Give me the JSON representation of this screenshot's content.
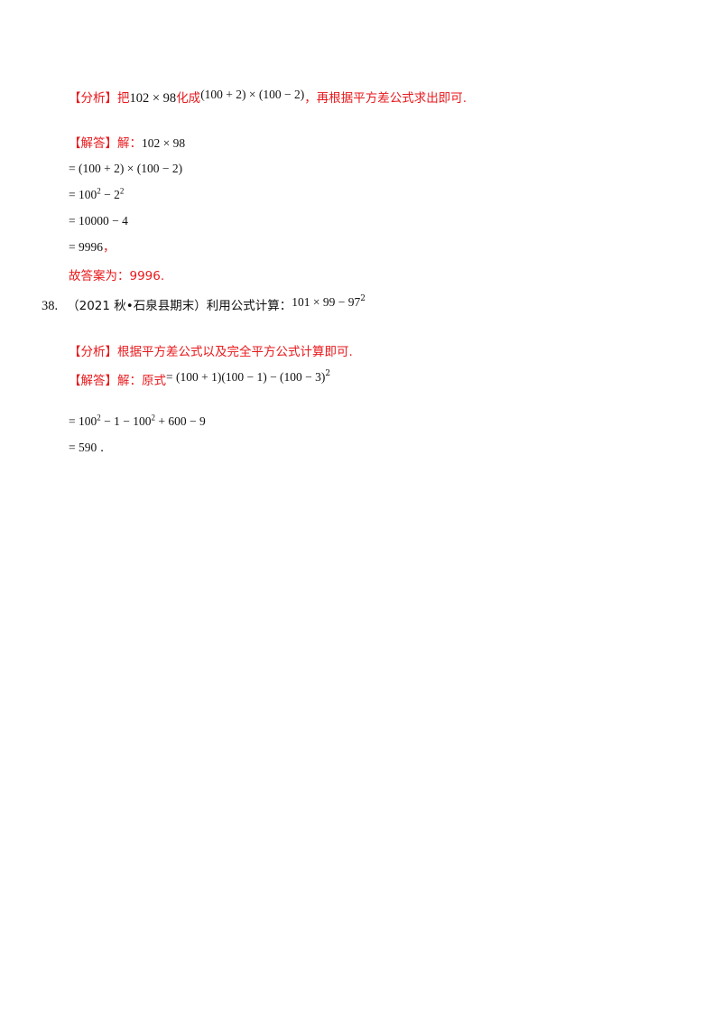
{
  "analysis1": {
    "tag": "【分析】",
    "t1": "把",
    "m1": "102 × 98",
    "t2": "化成",
    "m2": "(100 + 2) × (100 − 2)",
    "t3": "，再根据平方差公式求出即可."
  },
  "answer1": {
    "tag": "【解答】",
    "lead": "解：",
    "expr": "102 × 98",
    "steps": [
      "= (100 + 2) × (100 − 2)",
      "= 100",
      "= 10000 − 4",
      "= 9996"
    ],
    "step2_rest": " − 2",
    "sup2": "2",
    "step4_tail": "，",
    "final": "故答案为：9996."
  },
  "problem38": {
    "number": "38.",
    "source": "（2021 秋•石泉县期末）利用公式计算：",
    "expr": "101 × 99 − 97",
    "sup": "2"
  },
  "analysis2": {
    "tag": "【分析】",
    "text": "根据平方差公式以及完全平方公式计算即可."
  },
  "answer2": {
    "tag": "【解答】",
    "lead": "解：原式",
    "expr": "= (100 + 1)(100 − 1) − (100 − 3)",
    "sup": "2",
    "step1a": "= 100",
    "step1b": " − 1 − 100",
    "step1c": " + 600 − 9",
    "step2": "= 590",
    "step2_tail": "."
  }
}
